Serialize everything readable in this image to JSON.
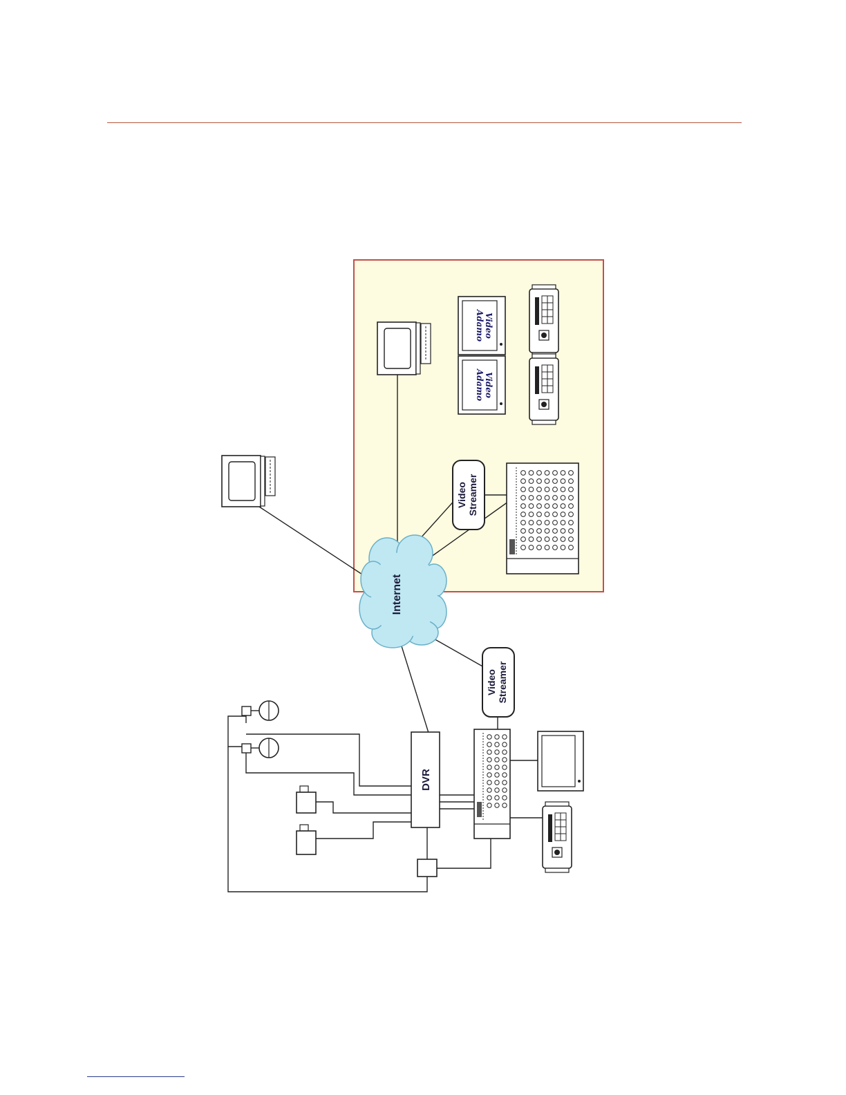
{
  "labels": {
    "internet": "Internet",
    "dvr": "DVR",
    "streamer_upper": [
      "Video",
      "Streamer"
    ],
    "streamer_lower": [
      "Video",
      "Streamer"
    ],
    "monitor_brand": [
      "Adamo",
      "Video"
    ]
  },
  "colors": {
    "rule_top": "#b5563a",
    "rule_bottom": "#2a3c8c",
    "panel_fill": "#fdfbe0",
    "panel_border": "#c0504d",
    "cloud_fill": "#bfe8f3",
    "cloud_stroke": "#6ab0c8"
  },
  "icons": [
    "computer-monitor-icon",
    "keyboard-icon",
    "cctv-monitor-icon",
    "matrix-switcher-icon",
    "control-keyboard-icon",
    "dome-camera-icon",
    "box-camera-icon",
    "cloud-icon"
  ]
}
